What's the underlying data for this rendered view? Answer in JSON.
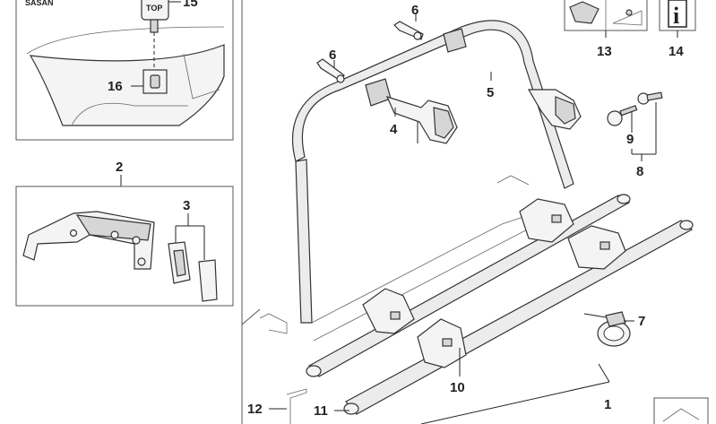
{
  "callouts": {
    "c1": "1",
    "c2": "2",
    "c3": "3",
    "c4": "4",
    "c5": "5",
    "c6a": "6",
    "c6b": "6",
    "c7": "7",
    "c8": "8",
    "c9": "9",
    "c10": "10",
    "c11": "11",
    "c12": "12",
    "c13": "13",
    "c14": "14",
    "c15": "15",
    "c16": "16"
  },
  "inset_top_left": {
    "header_text": "SASAN"
  },
  "key_tag": {
    "text": "TOP"
  },
  "info_icon": {
    "glyph": "i"
  },
  "colors": {
    "line": "#222222",
    "part_fill": "#f4f4f4",
    "shade": "#d6d6d6"
  }
}
